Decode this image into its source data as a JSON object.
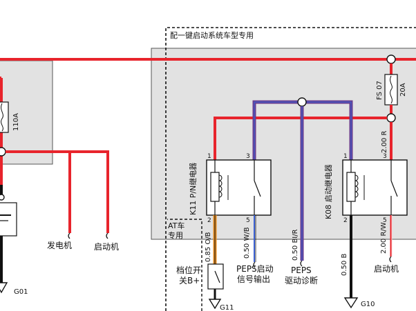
{
  "colors": {
    "red": "#e8242c",
    "black": "#111111",
    "gray_fill": "#e2e2e2",
    "purple": "#6a3d8f",
    "purple_stripe": "#3a5fd0",
    "orange": "#e38a1f",
    "white": "#ffffff"
  },
  "section_title": "配一键启动系统车型专用",
  "fuse_left": {
    "rating": "110A"
  },
  "fuse_fs07": {
    "name": "FS 07",
    "rating": "20A"
  },
  "relay_k11": {
    "name": "K11 P/N继电器",
    "pins": [
      "1",
      "3",
      "2",
      "5"
    ]
  },
  "relay_k08": {
    "name": "K08 启动继电器",
    "pins": [
      "1",
      "3",
      "2",
      "5"
    ]
  },
  "at_only": {
    "label_line1": "AT车",
    "label_line2": "专用"
  },
  "wires": {
    "fuse_to_k08": "2.00 R",
    "k11_out_orange": "0.85 O/B",
    "peps_start_signal": "0.50 W/B",
    "peps_drive_diag": "0.50 BI/R",
    "k08_ground": "0.50 B",
    "k08_to_starter": "2.00 R/W"
  },
  "connectors": {
    "generator": "发电机",
    "starter_left": "启动机",
    "gear_switch_line1": "档位开",
    "gear_switch_line2": "关B+",
    "peps_start_line1": "PEPS启动",
    "peps_start_line2": "信号输出",
    "peps_diag_line1": "PEPS",
    "peps_diag_line2": "驱动诊断",
    "starter_right": "启动机"
  },
  "grounds": {
    "g01": "G01",
    "g11": "G11",
    "g10": "G10"
  }
}
